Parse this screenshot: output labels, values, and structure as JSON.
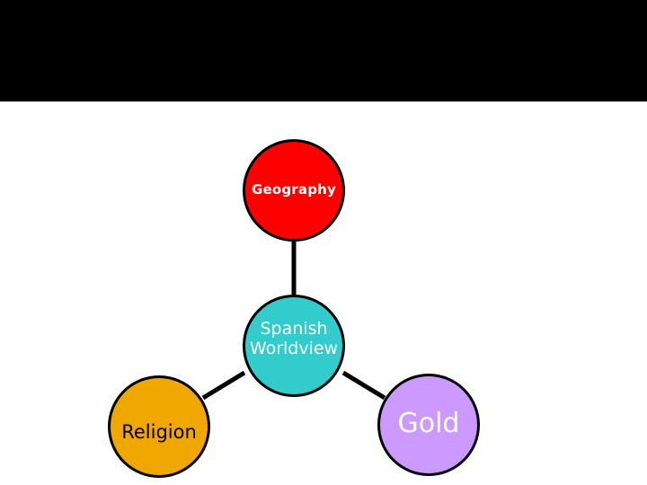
{
  "diagram": {
    "center": {
      "label": "Spanish Worldview",
      "color": "#33cccc"
    },
    "satellites": [
      {
        "id": "geography",
        "label": "Geography",
        "color": "#ff0000"
      },
      {
        "id": "religion",
        "label": "Religion",
        "color": "#f0a800"
      },
      {
        "id": "gold",
        "label": "Gold",
        "color": "#cc99ff"
      }
    ],
    "connector_color": "#000000",
    "header_color": "#000000"
  }
}
